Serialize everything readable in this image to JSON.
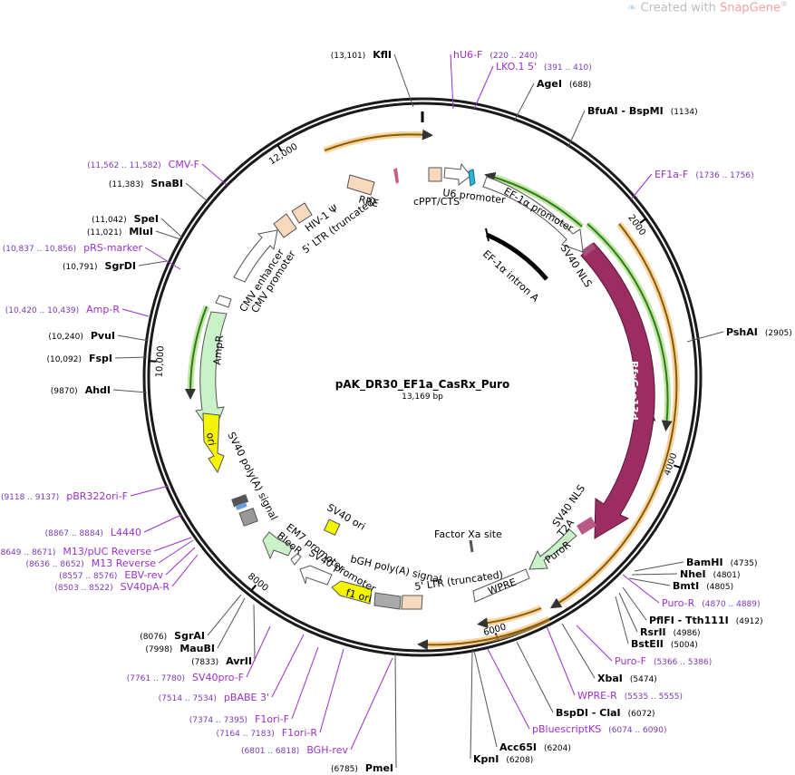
{
  "watermark": {
    "prefix": "Created with ",
    "brand": "SnapGene",
    "mark": "®"
  },
  "plasmid": {
    "name": "pAK_DR30_EF1a_CasRx_Puro",
    "length_label": "13,169 bp",
    "length": 13169
  },
  "ticks": [
    {
      "bp": 2000,
      "label": "2000"
    },
    {
      "bp": 4000,
      "label": "4000"
    },
    {
      "bp": 6000,
      "label": "6000"
    },
    {
      "bp": 8000,
      "label": "8000"
    },
    {
      "bp": 10000,
      "label": "10,000"
    },
    {
      "bp": 12000,
      "label": "12,000"
    }
  ],
  "colors": {
    "enzyme": "#000000",
    "primer": "#9b30c8",
    "coord": "#7a3ab5",
    "backbone": "#1a1a1a",
    "cds_purple": "#9b2d63",
    "ampr": "#c9f2c9",
    "ori": "#f5f500",
    "promoter": "#ffffff",
    "ltr": "#f9d9bd",
    "primer_track_green": "#5aa82a",
    "primer_track_orange": "#f0a848"
  },
  "enzymes": [
    {
      "name": "KflI",
      "coord": "(13,101)"
    },
    {
      "name": "AgeI",
      "coord": "(688)"
    },
    {
      "name": "BfuAI  -  BspMI",
      "coord": "(1134)"
    },
    {
      "name": "PshAI",
      "coord": "(2905)"
    },
    {
      "name": "BamHI",
      "coord": "(4735)"
    },
    {
      "name": "NheI",
      "coord": "(4801)"
    },
    {
      "name": "BmtI",
      "coord": "(4805)"
    },
    {
      "name": "PflFI  -  Tth111I",
      "coord": "(4912)"
    },
    {
      "name": "RsrII",
      "coord": "(4986)"
    },
    {
      "name": "BstEII",
      "coord": "(5004)"
    },
    {
      "name": "XbaI",
      "coord": "(5474)"
    },
    {
      "name": "BspDI  -  ClaI",
      "coord": "(6072)"
    },
    {
      "name": "Acc65I",
      "coord": "(6204)"
    },
    {
      "name": "KpnI",
      "coord": "(6208)"
    },
    {
      "name": "PmeI",
      "coord": "(6785)"
    },
    {
      "name": "AvrII",
      "coord": "(7833)"
    },
    {
      "name": "MauBI",
      "coord": "(7998)"
    },
    {
      "name": "SgrAI",
      "coord": "(8076)"
    },
    {
      "name": "AhdI",
      "coord": "(9870)"
    },
    {
      "name": "FspI",
      "coord": "(10,092)"
    },
    {
      "name": "PvuI",
      "coord": "(10,240)"
    },
    {
      "name": "SgrDI",
      "coord": "(10,791)"
    },
    {
      "name": "MluI",
      "coord": "(11,021)"
    },
    {
      "name": "SpeI",
      "coord": "(11,042)"
    },
    {
      "name": "SnaBI",
      "coord": "(11,383)"
    }
  ],
  "primers": [
    {
      "name": "hU6-F",
      "coord": "(220 .. 240)"
    },
    {
      "name": "LKO.1 5'",
      "coord": "(391 .. 410)"
    },
    {
      "name": "EF1a-F",
      "coord": "(1736 .. 1756)"
    },
    {
      "name": "Puro-R",
      "coord": "(4870 .. 4889)"
    },
    {
      "name": "Puro-F",
      "coord": "(5366 .. 5386)"
    },
    {
      "name": "WPRE-R",
      "coord": "(5535 .. 5555)"
    },
    {
      "name": "pBluescriptKS",
      "coord": "(6074 .. 6090)"
    },
    {
      "name": "BGH-rev",
      "coord": "(6801 .. 6818)"
    },
    {
      "name": "F1ori-R",
      "coord": "(7164 .. 7183)"
    },
    {
      "name": "F1ori-F",
      "coord": "(7374 .. 7395)"
    },
    {
      "name": "pBABE 3'",
      "coord": "(7514 .. 7534)"
    },
    {
      "name": "SV40pro-F",
      "coord": "(7761 .. 7780)"
    },
    {
      "name": "SV40pA-R",
      "coord": "(8503 .. 8522)"
    },
    {
      "name": "EBV-rev",
      "coord": "(8557 .. 8576)"
    },
    {
      "name": "M13 Reverse",
      "coord": "(8636 .. 8652)"
    },
    {
      "name": "M13/pUC Reverse",
      "coord": "(8649 .. 8671)"
    },
    {
      "name": "L4440",
      "coord": "(8867 .. 8884)"
    },
    {
      "name": "pBR322ori-F",
      "coord": "(9118 .. 9137)"
    },
    {
      "name": "Amp-R",
      "coord": "(10,420 .. 10,439)"
    },
    {
      "name": "pRS-marker",
      "coord": "(10,837 .. 10,856)"
    },
    {
      "name": "CMV-F",
      "coord": "(11,562 .. 11,582)"
    }
  ],
  "features": [
    {
      "name": "cPPT/CTS",
      "kind": "box"
    },
    {
      "name": "U6 promoter",
      "kind": "promoter"
    },
    {
      "name": "EF-1α promoter",
      "kind": "promoter"
    },
    {
      "name": "EF-1α intron A",
      "kind": "intron"
    },
    {
      "name": "SV40 NLS",
      "kind": "small"
    },
    {
      "name": "RfxCas13d",
      "kind": "cds"
    },
    {
      "name": "SV40 NLS",
      "kind": "small"
    },
    {
      "name": "T2A",
      "kind": "small"
    },
    {
      "name": "PuroR",
      "kind": "cds"
    },
    {
      "name": "Factor Xa site",
      "kind": "small"
    },
    {
      "name": "WPRE",
      "kind": "box"
    },
    {
      "name": "5' LTR (truncated)",
      "kind": "ltr"
    },
    {
      "name": "bGH poly(A) signal",
      "kind": "box"
    },
    {
      "name": "f1 ori",
      "kind": "ori"
    },
    {
      "name": "SV40 promoter",
      "kind": "promoter"
    },
    {
      "name": "EM7 promoter",
      "kind": "promoter"
    },
    {
      "name": "BleoR",
      "kind": "cds"
    },
    {
      "name": "SV40 ori",
      "kind": "ori"
    },
    {
      "name": "SV40 poly(A) signal",
      "kind": "box"
    },
    {
      "name": "ori",
      "kind": "ori"
    },
    {
      "name": "AmpR",
      "kind": "cds"
    },
    {
      "name": "CMV enhancer",
      "kind": "promoter"
    },
    {
      "name": "CMV promoter",
      "kind": "promoter"
    },
    {
      "name": "5' LTR (truncated)",
      "kind": "ltr"
    },
    {
      "name": "HIV-1 Ψ",
      "kind": "ltr"
    },
    {
      "name": "RRE",
      "kind": "ltr"
    }
  ]
}
